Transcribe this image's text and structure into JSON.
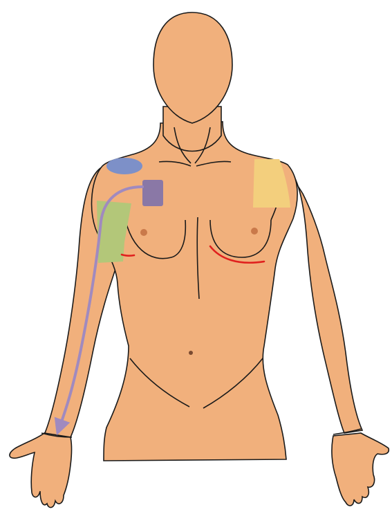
{
  "figure": {
    "type": "anatomical-diagram",
    "subject": "female-torso-front-view",
    "colors": {
      "background": "#ffffff",
      "skin": "#F1B07C",
      "outline": "#1a1a1a",
      "nipple": "#C9794A",
      "navel": "#7a4a30",
      "highlight_blue": "#7D90C8",
      "highlight_purple": "#8A78A6",
      "highlight_green": "#B3C779",
      "highlight_yellow": "#F3CF7D",
      "arrow": "#A08ABF",
      "incision_line": "#E0201E"
    },
    "highlights": [
      {
        "name": "right-shoulder-patch-blue",
        "color_key": "highlight_blue"
      },
      {
        "name": "subclavian-patch-purple",
        "color_key": "highlight_purple"
      },
      {
        "name": "axilla-patch-green",
        "color_key": "highlight_green"
      },
      {
        "name": "left-shoulder-patch-yellow",
        "color_key": "highlight_yellow"
      }
    ],
    "annotations": [
      {
        "name": "arm-arrow",
        "color_key": "arrow"
      },
      {
        "name": "inframammary-incision-left",
        "color_key": "incision_line"
      },
      {
        "name": "inframammary-incision-right",
        "color_key": "incision_line"
      }
    ]
  }
}
